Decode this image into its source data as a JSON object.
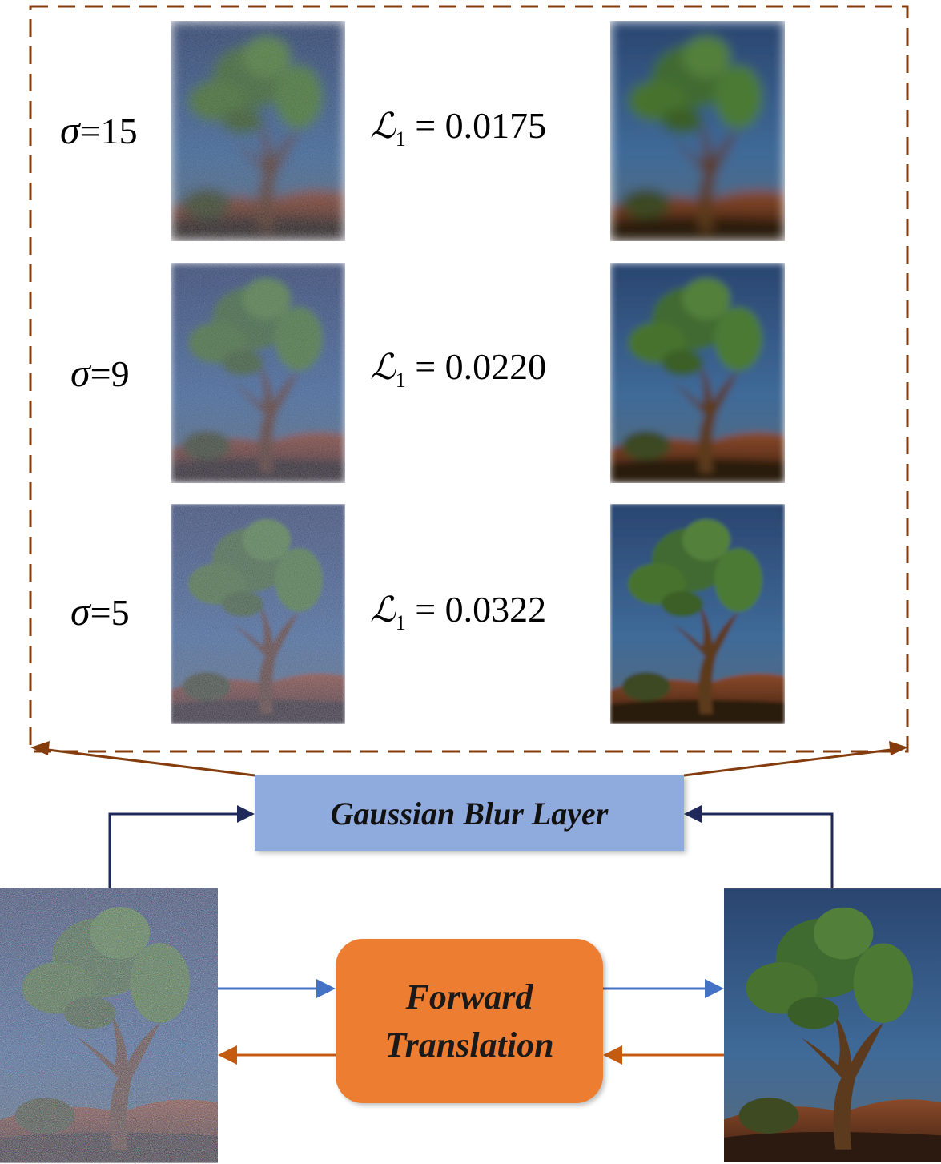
{
  "rows": [
    {
      "sigma_symbol": "σ",
      "sigma_value": "=15",
      "loss_symbol": "ℒ",
      "loss_sub": "1",
      "loss_value": " = 0.0175"
    },
    {
      "sigma_symbol": "σ",
      "sigma_value": "=9",
      "loss_symbol": "ℒ",
      "loss_sub": "1",
      "loss_value": " = 0.0220"
    },
    {
      "sigma_symbol": "σ",
      "sigma_value": "=5",
      "loss_symbol": "ℒ",
      "loss_sub": "1",
      "loss_value": " = 0.0322"
    }
  ],
  "blur_layer": {
    "label": "Gaussian Blur Layer"
  },
  "forward": {
    "line1": "Forward",
    "line2": "Translation"
  },
  "colors": {
    "dashed_frame": "#843c0c",
    "blur_box": "#8faadc",
    "forward_box": "#ed7d31",
    "blue_arrow": "#4472c4",
    "orange_arrow": "#c55a11",
    "navy_arrow": "#1f2a5a"
  }
}
